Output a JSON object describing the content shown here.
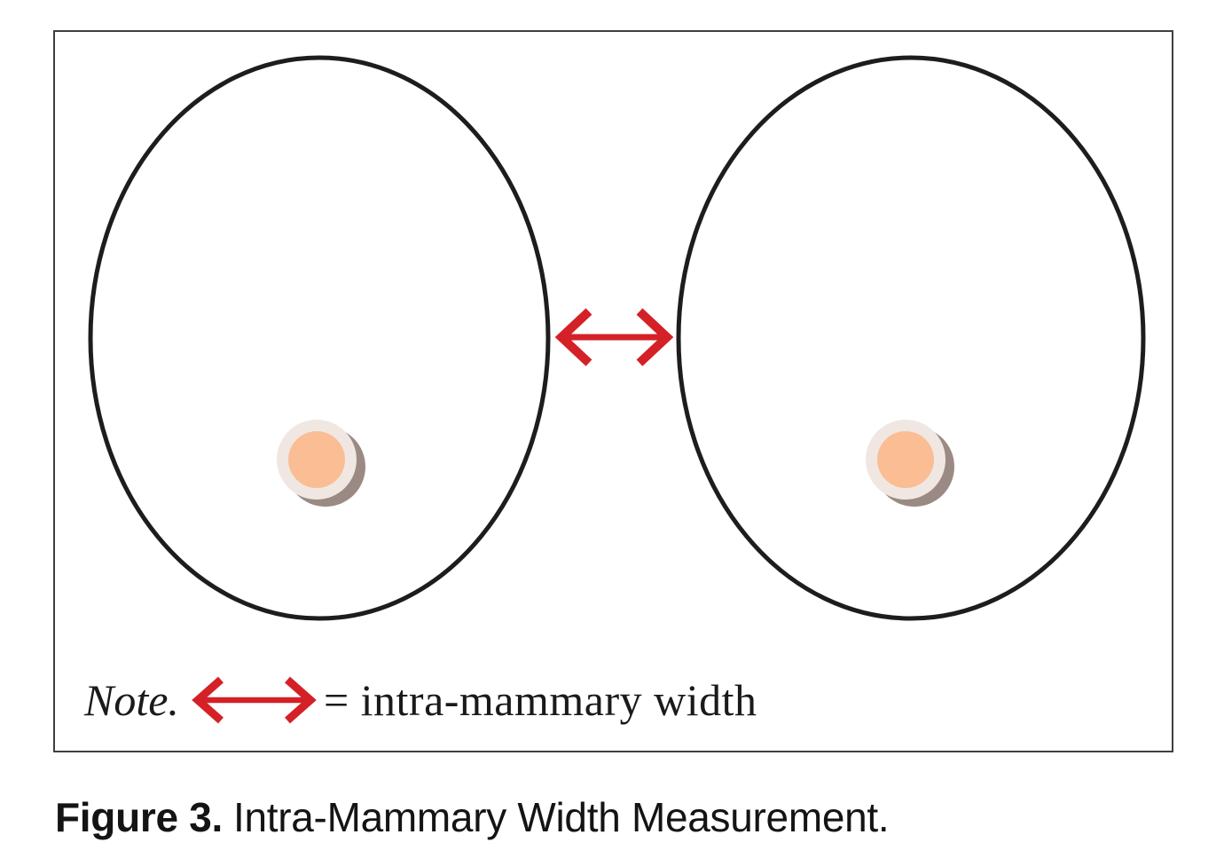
{
  "figure": {
    "note": {
      "prefix": "Note.",
      "label": "= intra-mammary width"
    },
    "caption": {
      "prefix": "Figure 3.",
      "text": "Intra-Mammary Width Measurement."
    },
    "colors": {
      "arrow_red": "#d42127",
      "ellipse_stroke": "#1d1d1d",
      "areola_inner": "#fabd94",
      "areola_ring": "#f0e7e2",
      "areola_shadow": "#9b8a84",
      "box_border": "#3f3f3f"
    }
  }
}
